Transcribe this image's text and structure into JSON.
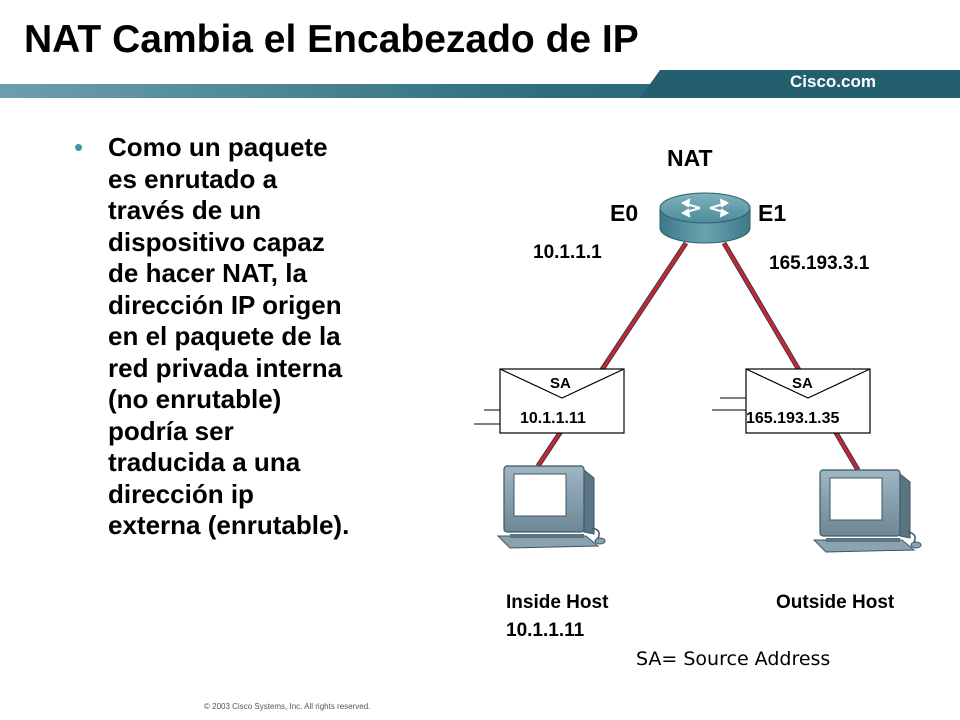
{
  "title": "NAT Cambia el Encabezado de IP",
  "brand": "Cisco.com",
  "bullet": {
    "marker": "•",
    "lines": [
      "Como un paquete",
      "es enrutado a",
      "través de un",
      "dispositivo capaz",
      "de hacer NAT, la",
      "dirección IP origen",
      "en el paquete de la",
      "red privada interna",
      "(no enrutable)",
      "podría ser",
      "traducida a una",
      "dirección ip",
      "externa (enrutable)."
    ]
  },
  "diagram": {
    "router_label": "NAT",
    "e0_label": "E0",
    "e1_label": "E1",
    "e0_ip": "10.1.1.1",
    "e1_ip": "165.193.3.1",
    "left_envelope": {
      "label": "SA",
      "address": "10.1.1.11"
    },
    "right_envelope": {
      "label": "SA",
      "address": "165.193.1.35"
    },
    "inside_host": {
      "name": "Inside Host",
      "ip": "10.1.1.11"
    },
    "outside_host": {
      "name": "Outside Host"
    },
    "legend": "SA= Source Address"
  },
  "colors": {
    "title_bar": "#4a8294",
    "link": "#c8243c",
    "router": "#5a9aa8",
    "bullet": "#3d94a8"
  },
  "footer": {
    "copyright": "© 2003 Cisco Systems, Inc. All rights reserved."
  }
}
